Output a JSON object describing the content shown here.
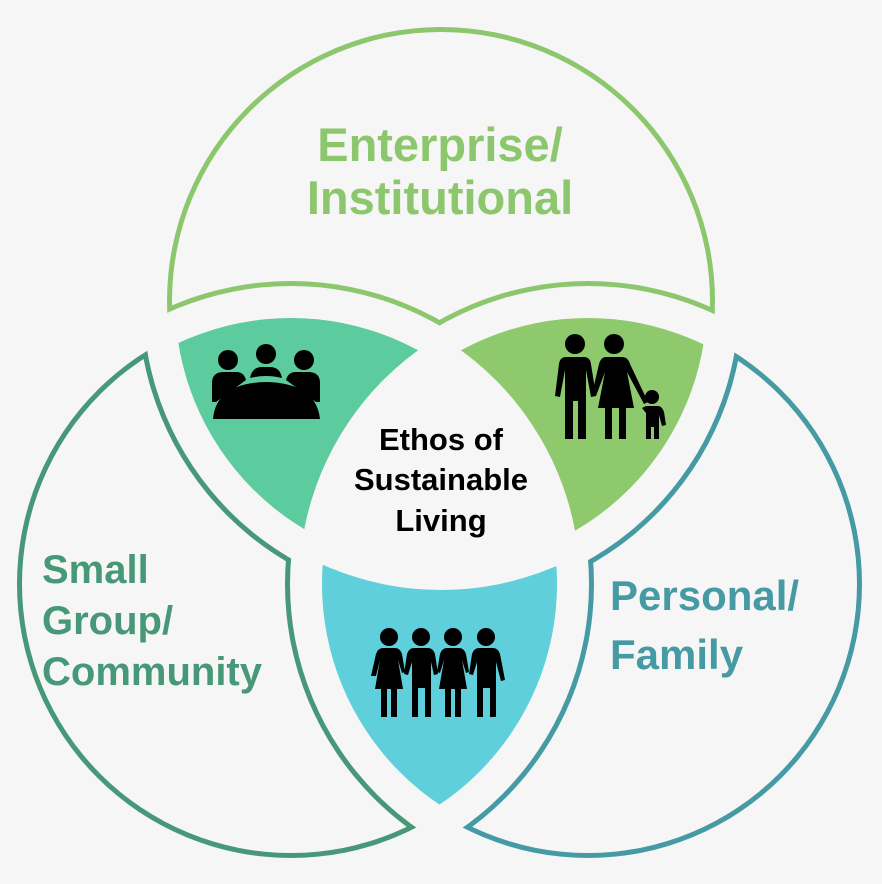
{
  "diagram": {
    "type": "venn",
    "title": "Ethos of Sustainable Living",
    "center": {
      "line1": "Ethos of",
      "line2": "Sustainable",
      "line3": "Living"
    },
    "circles": [
      {
        "id": "enterprise",
        "line1": "Enterprise/",
        "line2": "Institutional",
        "color": "#8dc76d"
      },
      {
        "id": "community",
        "line1": "Small",
        "line2": "Group/",
        "line3": "Community",
        "color": "#479878"
      },
      {
        "id": "personal",
        "line1": "Personal/",
        "line2": "Family",
        "color": "#469aa3"
      }
    ],
    "overlaps": [
      {
        "between": [
          "enterprise",
          "community"
        ],
        "icon": "meeting-group-icon",
        "color": "#5ccb9e"
      },
      {
        "between": [
          "enterprise",
          "personal"
        ],
        "icon": "family-icon",
        "color": "#8ec96e"
      },
      {
        "between": [
          "community",
          "personal"
        ],
        "icon": "people-holding-hands-icon",
        "color": "#5ecfdb"
      }
    ],
    "background": "#f6f6f6"
  }
}
